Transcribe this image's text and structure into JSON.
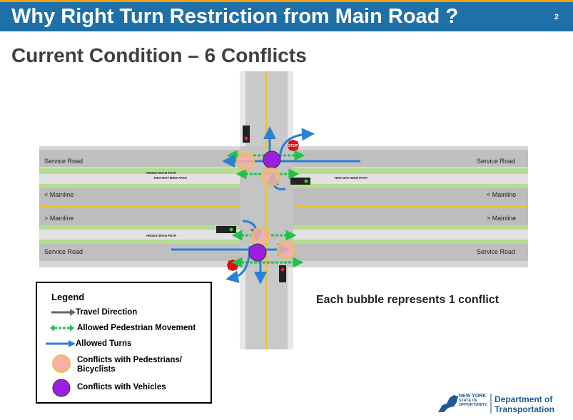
{
  "slide": {
    "title": "Why Right Turn Restriction from Main Road ?",
    "page_number": "2",
    "subtitle": "Current Condition – 6 Conflicts"
  },
  "diagram": {
    "road_labels": {
      "service_road_left_top": "Service Road",
      "service_road_right_top": "Service Road",
      "service_road_left_bottom": "Service Road",
      "service_road_right_bottom": "Service Road",
      "mainline_left_top": "< Mainline",
      "mainline_right_top": "< Mainline",
      "mainline_left_bottom": "> Mainline",
      "mainline_right_bottom": "> Mainline",
      "pedestrian_path_top": "PEDESTRIAN PATH",
      "bike_path_top_left": "TWO-WAY BIKE PATH",
      "bike_path_top_right": "TWO-WAY BIKE PATH",
      "pedestrian_path_bottom": "PEDESTRIAN PATH"
    },
    "stop_sign_text": "STOP",
    "colors": {
      "vehicle_conflict": "#9b1fe0",
      "pedestrian_conflict": "#f6b0a6",
      "pedestrian_conflict_border": "#f0c040",
      "allowed_turn": "#2a7fd6",
      "pedestrian_movement": "#22c24a",
      "grass": "#b5dd8e"
    }
  },
  "note": "Each bubble represents 1 conflict",
  "legend": {
    "title": "Legend",
    "items": [
      {
        "label": "Travel Direction"
      },
      {
        "label": "Allowed Pedestrian Movement"
      },
      {
        "label": "Allowed Turns"
      },
      {
        "label": "Conflicts with Pedestrians/",
        "label2": "Bicyclists"
      },
      {
        "label": "Conflicts with Vehicles"
      }
    ]
  },
  "logo": {
    "state_line1": "NEW YORK",
    "state_line2": "STATE OF",
    "state_line3": "OPPORTUNITY.",
    "dept_line1": "Department of",
    "dept_line2": "Transportation"
  }
}
